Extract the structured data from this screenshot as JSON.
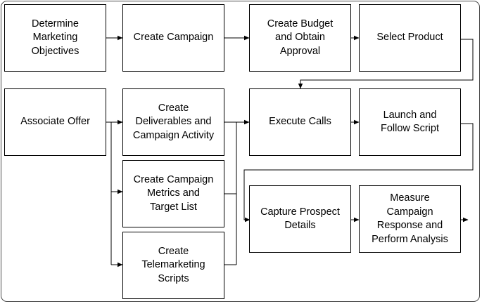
{
  "diagram": {
    "steps": {
      "determine_objectives": "Determine\nMarketing\nObjectives",
      "create_campaign": "Create Campaign",
      "create_budget": "Create Budget\nand Obtain\nApproval",
      "select_product": "Select Product",
      "associate_offer": "Associate Offer",
      "create_deliverables": "Create\nDeliverables and\nCampaign Activity",
      "execute_calls": "Execute Calls",
      "launch_script": "Launch and\nFollow Script",
      "create_metrics": "Create Campaign\nMetrics and\nTarget List",
      "capture_details": "Capture Prospect\nDetails",
      "measure_response": "Measure\nCampaign\nResponse and\nPerform Analysis",
      "create_scripts": "Create\nTelemarketing\nScripts"
    },
    "colors": {
      "line": "#000000",
      "frame": "#4a4a4a",
      "box_fill": "#ffffff"
    }
  }
}
